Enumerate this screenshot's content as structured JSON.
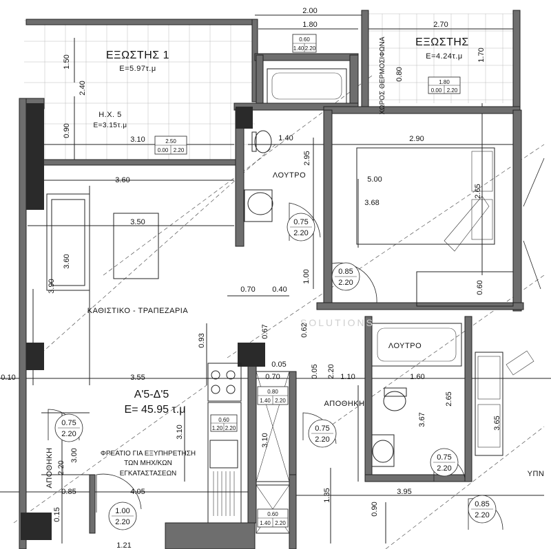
{
  "rooms": {
    "balcony1_name": "ΕΞΩΣΤΗΣ 1",
    "balcony1_area": "Ε=5.97τ.μ",
    "balcony2_name": "ΕΞΩΣΤΗΣ",
    "balcony2_area": "Ε=4.24τ.μ",
    "hx5_name": "Η.Χ. 5",
    "hx5_area": "Ε=3.15τ.μ",
    "bath1": "ΛΟΥΤΡΟ",
    "bath2": "ΛΟΥΤΡΟ",
    "living": "ΚΑΘΙΣΤΙΚΟ - ΤΡΑΠΕΖΑΡΙΑ",
    "storage1": "ΑΠΟΘΗΚΗ",
    "storage2": "ΑΠΟΘΗΚΗ",
    "boiler_space": "ΧΩΡΟΣ ΘΕΡΜΟΣΙΦΩΝΑ",
    "unit_code": "Α'5-Δ'5",
    "unit_area": "Ε= 45.95 τ.μ",
    "shaft_note_1": "ΦΡΕΑΤΙΟ ΓΙΑ ΕΞΥΠΗΡΕΤΗΣΗ",
    "shaft_note_2": "ΤΩΝ ΜΗΧ/ΚΩΝ",
    "shaft_note_3": "ΕΓΚΑΤΑΣΤΑΣΕΩΝ",
    "right_room_partial": "ΥΠΝ"
  },
  "dimensions": {
    "d_2_00": "2.00",
    "d_1_80": "1.80",
    "d_2_70": "2.70",
    "d_1_50": "1.50",
    "d_2_40": "2.40",
    "d_0_90_a": "0.90",
    "d_3_10_a": "3.10",
    "d_1_70": "1.70",
    "d_0_80": "0.80",
    "d_1_40": "1.40",
    "d_2_95": "2.95",
    "d_2_90": "2.90",
    "d_5_00": "5.00",
    "d_3_68": "3.68",
    "d_2_65_a": "2.65",
    "d_3_60_a": "3.60",
    "d_3_50": "3.50",
    "d_3_60_b": "3.60",
    "d_3_90": "3.90",
    "d_0_70_a": "0.70",
    "d_0_40": "0.40",
    "d_1_00": "1.00",
    "d_0_60": "0.60",
    "d_0_93": "0.93",
    "d_0_67": "0.67",
    "d_0_62": "0.62",
    "d_0_10": "0.10",
    "d_3_55": "3.55",
    "d_0_05_a": "0.05",
    "d_0_70_b": "0.70",
    "d_0_05_b": "0.05",
    "d_2_20_a": "2.20",
    "d_1_10": "1.10",
    "d_1_60": "1.60",
    "d_2_65_b": "2.65",
    "d_3_67": "3.67",
    "d_3_65": "3.65",
    "d_3_10_b": "3.10",
    "d_3_10_c": "3.10",
    "d_2_20_b": "2.20",
    "d_3_00": "3.00",
    "d_0_85": "0.85",
    "d_4_05": "4.05",
    "d_1_35": "1.35",
    "d_3_95": "3.95",
    "d_0_90_b": "0.90",
    "d_0_15": "0.15",
    "d_1_21": "1.21"
  },
  "openings": [
    {
      "w": "0.75",
      "h": "2.20"
    },
    {
      "w": "0.85",
      "h": "2.20"
    },
    {
      "w": "0.75",
      "h": "2.20"
    },
    {
      "w": "0.75",
      "h": "2.20"
    },
    {
      "w": "0.75",
      "h": "2.20"
    },
    {
      "w": "1.00",
      "h": "2.20"
    },
    {
      "w": "0.85",
      "h": "2.20"
    }
  ],
  "windows": [
    {
      "w": "0.60",
      "s": "1.40",
      "h": "2.20"
    },
    {
      "w": "2.50",
      "s": "0.00",
      "h": "2.20"
    },
    {
      "w": "1.80",
      "s": "0.00",
      "h": "2.20"
    },
    {
      "w": "0.80",
      "s": "1.40",
      "h": "2.20"
    },
    {
      "w": "0.60",
      "s": "1.20",
      "h": "2.20"
    },
    {
      "w": "0.60",
      "s": "1.40",
      "h": "2.20"
    }
  ],
  "watermark": "SOLUTIONS"
}
